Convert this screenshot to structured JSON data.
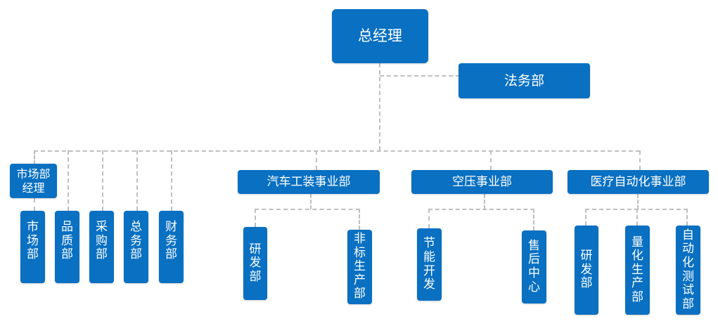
{
  "org_chart": {
    "ceo": {
      "label": "总经理"
    },
    "legal": {
      "label": "法务部"
    },
    "market_manager": {
      "label": "市场部经理"
    },
    "market_depts": [
      {
        "label": "市场部"
      },
      {
        "label": "品质部"
      },
      {
        "label": "采购部"
      },
      {
        "label": "总务部"
      },
      {
        "label": "财务部"
      }
    ],
    "auto_division": {
      "label": "汽车工装事业部",
      "children": [
        {
          "label": "研发部"
        },
        {
          "label": "非标生产部"
        }
      ]
    },
    "compressor_division": {
      "label": "空压事业部",
      "children": [
        {
          "label": "节能开发"
        },
        {
          "label": "售后中心"
        }
      ]
    },
    "medical_division": {
      "label": "医疗自动化事业部",
      "children": [
        {
          "label": "研发部"
        },
        {
          "label": "量化生产部"
        },
        {
          "label": "自动化测试部"
        }
      ]
    },
    "colors": {
      "node_fill": "#0970c2",
      "node_text": "#ffffff",
      "connector": "#bfbfbf"
    }
  }
}
